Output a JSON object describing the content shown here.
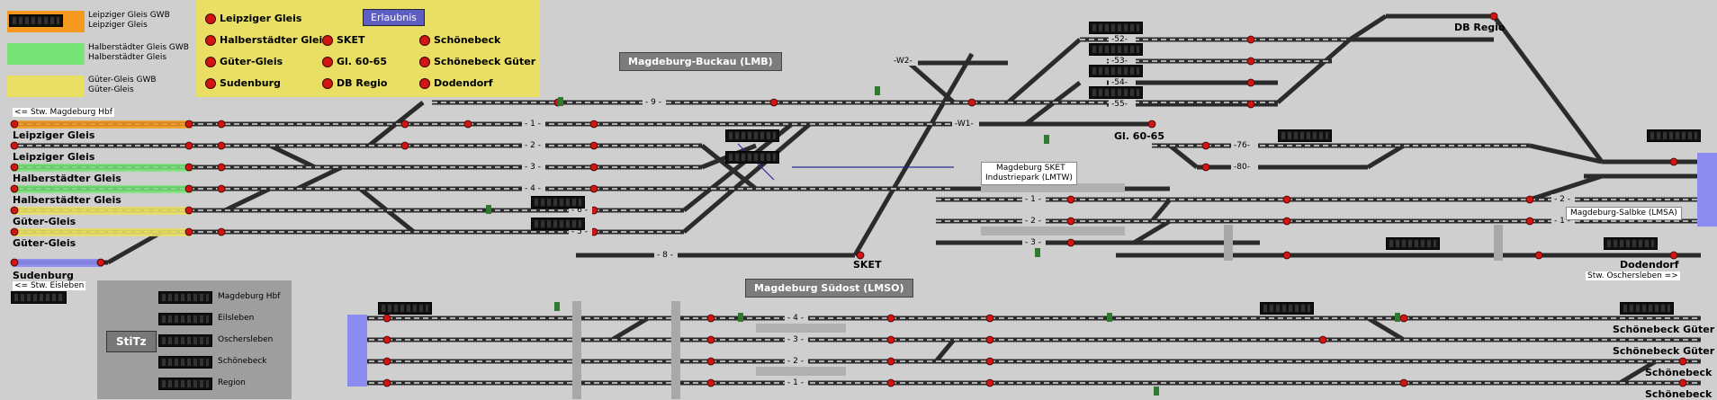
{
  "legend": [
    {
      "color": "#f59a1e",
      "l1": "Leipziger Gleis GWB",
      "l2": "Leipziger Gleis"
    },
    {
      "color": "#78e478",
      "l1": "Halberstädter Gleis GWB",
      "l2": "Halberstädter Gleis"
    },
    {
      "color": "#e8df64",
      "l1": "Güter-Gleis GWB",
      "l2": "Güter-Gleis"
    }
  ],
  "permission": {
    "button": "Erlaubnis",
    "items": [
      "Leipziger Gleis",
      "SKET",
      "Schönebeck",
      "Halberstädter Gleis",
      "Gl. 60-65",
      "Schönebeck Güter",
      "Güter-Gleis",
      "DB Regio",
      "Dodendorf",
      "Sudenburg"
    ]
  },
  "stations": {
    "buckau": "Magdeburg-Buckau (LMB)",
    "suedost": "Magdeburg Südost (LMSO)",
    "sket_ind_1": "Magdeburg SKET",
    "sket_ind_2": "Industriepark (LMTW)",
    "salbke": "Magdeburg-Salbke (LMSA)"
  },
  "left_tracks": {
    "hbf_dir": "<= Stw. Magdeburg Hbf",
    "t1": "Leipziger Gleis",
    "t2": "Leipziger Gleis",
    "t3": "Halberstädter Gleis",
    "t4": "Halberstädter Gleis",
    "t5": "Güter-Gleis",
    "t6": "Güter-Gleis",
    "sud": "Sudenburg",
    "eisleben_dir": "<= Stw. Eisleben"
  },
  "right_labels": {
    "db_regio": "DB Regio",
    "gl6065": "Gl. 60-65",
    "sket": "SKET",
    "dodendorf": "Dodendorf",
    "oschersleben_dir": "Stw. Oschersleben =>",
    "sch_gueter1": "Schönebeck Güter",
    "sch_gueter2": "Schönebeck Güter",
    "sch1": "Schönebeck",
    "sch2": "Schönebeck"
  },
  "track_numbers": {
    "buckau": [
      "- 9 -",
      "- 1 -",
      "- 2 -",
      "- 3 -",
      "- 4 -",
      "- 6 -",
      "- 5 -",
      "- 8 -"
    ],
    "upper": [
      "-W2-",
      "-W1-",
      "-52-",
      "-53-",
      "-54-",
      "-55-",
      "-76-",
      "-80-"
    ],
    "sket": [
      "- 1 -",
      "- 2 -",
      "- 3 -"
    ],
    "salbke": [
      "- 2 -",
      "- 1 -"
    ],
    "suedost": [
      "- 4 -",
      "- 3 -",
      "- 2 -",
      "- 1 -"
    ]
  },
  "stitz": {
    "button": "StiTz",
    "items": [
      "Magdeburg Hbf",
      "Eilsleben",
      "Oschersleben",
      "Schönebeck",
      "Region"
    ]
  },
  "colors": {
    "bg": "#cfcfcf",
    "track": "#2b2b2b",
    "rail": "#ffffff",
    "signal": "#d11515",
    "permission_bg": "#e8df64"
  }
}
